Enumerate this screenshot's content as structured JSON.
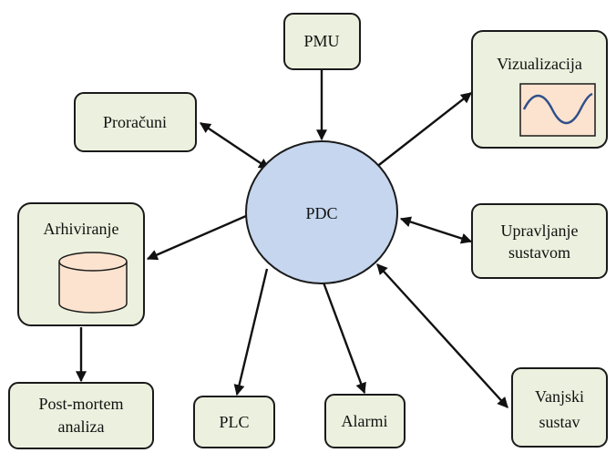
{
  "hub": {
    "label": "PDC"
  },
  "nodes": {
    "pmu": "PMU",
    "vizualizacija": "Vizualizacija",
    "proracuni": "Proračuni",
    "arhiviranje": "Arhiviranje",
    "upravljanje": [
      "Upravljanje",
      "sustavom"
    ],
    "post_mortem": [
      "Post-mortem",
      "analiza"
    ],
    "plc": "PLC",
    "alarmi": "Alarmi",
    "vanjski": [
      "Vanjski",
      "sustav"
    ]
  },
  "colors": {
    "box_fill": "#ebf1de",
    "hub_fill": "#c5d6ee",
    "waveform_panel": "#fce3cf",
    "waveform_line": "#2f4f8a",
    "database_fill": "#fce3cf",
    "stroke": "#1a1a1a"
  },
  "icons": {
    "vizualizacija": "sine-wave-icon",
    "arhiviranje": "database-cylinder-icon"
  }
}
